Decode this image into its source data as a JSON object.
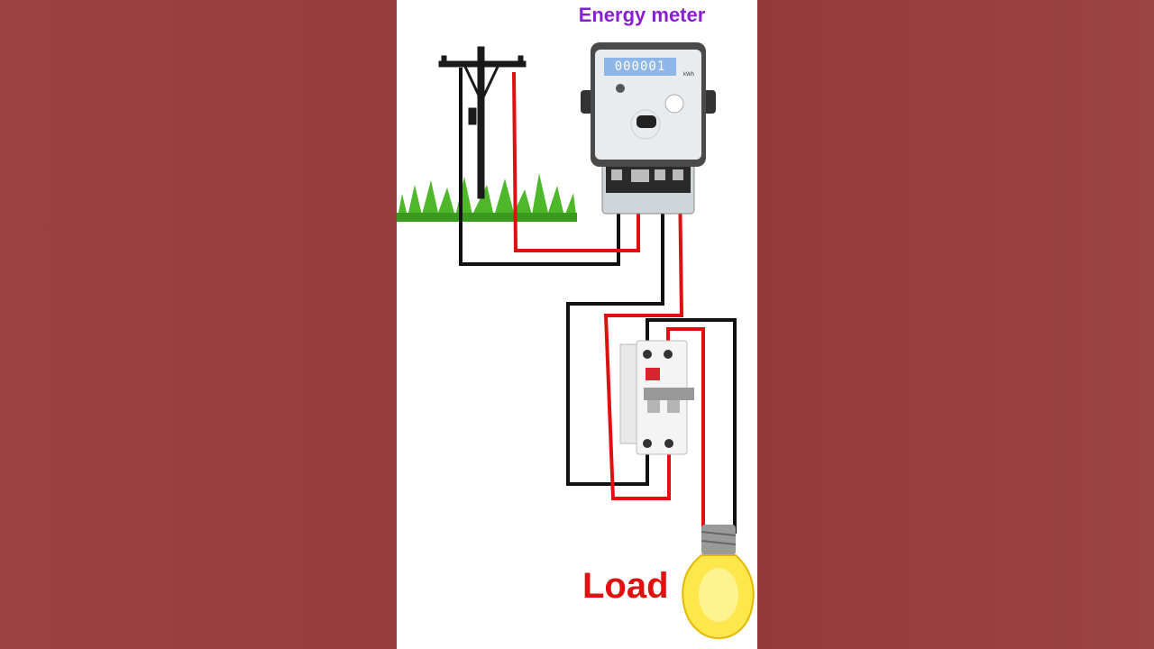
{
  "title": "Energy meter",
  "load_label": "Load",
  "meter": {
    "display": "000001",
    "unit": "kWh"
  },
  "colors": {
    "background": "#9a3f3f",
    "title": "#8a1fd0",
    "load": "#e01010",
    "live_wire": "#e01010",
    "neutral_wire": "#111111"
  },
  "components": [
    "utility-pole",
    "energy-meter",
    "double-pole-mcb",
    "light-bulb"
  ]
}
